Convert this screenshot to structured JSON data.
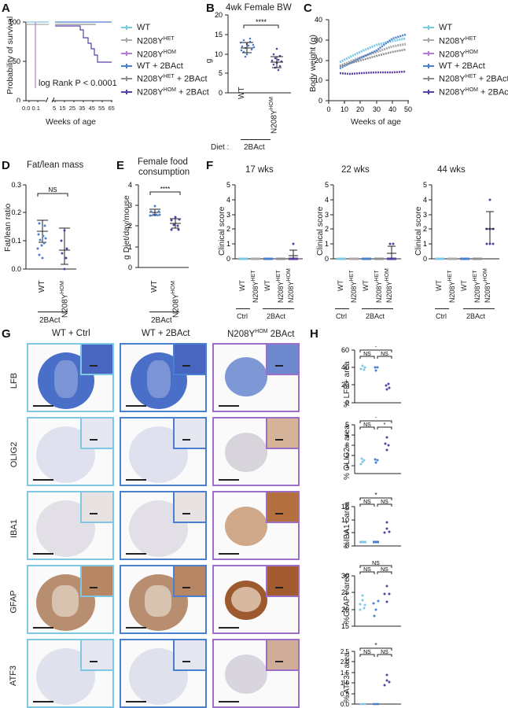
{
  "colors": {
    "wt": "#7ec8e3",
    "het": "#a9a9a9",
    "hom": "#b07fd6",
    "wt_2bact": "#4a7fd0",
    "het_2bact": "#8f8f8f",
    "hom_2bact": "#5b3fa8"
  },
  "panels": {
    "A": {
      "label": "A",
      "ylabel": "Probability of survival",
      "xlabel": "Weeks of age",
      "stat": "log Rank P < 0.0001",
      "yticks": [
        "0",
        "50",
        "100"
      ],
      "xticks_left": [
        "0.0",
        "0.1"
      ],
      "xticks_right": [
        "5",
        "15",
        "25",
        "35",
        "45",
        "55",
        "65"
      ]
    },
    "legend_top": [
      {
        "name": "WT",
        "sup": "",
        "suffix": ""
      },
      {
        "name": "N208Y",
        "sup": "HET",
        "suffix": ""
      },
      {
        "name": "N208Y",
        "sup": "HOM",
        "suffix": ""
      },
      {
        "name": "WT + 2BAct",
        "sup": "",
        "suffix": ""
      },
      {
        "name": "N208Y",
        "sup": "HET",
        "suffix": " + 2BAct"
      },
      {
        "name": "N208Y",
        "sup": "HOM",
        "suffix": " + 2BAct"
      }
    ],
    "B": {
      "label": "B",
      "title": "4wk Female BW",
      "ylabel": "g",
      "yticks": [
        "0",
        "5",
        "10",
        "15",
        "20"
      ],
      "sig": "****",
      "cats": [
        "WT",
        "N208Y"
      ],
      "cat_sup": [
        "",
        "HOM"
      ],
      "diet_label": "Diet :",
      "diet": "2BAct"
    },
    "C": {
      "label": "C",
      "ylabel": "Body weight (g)",
      "xlabel": "Weeks of age",
      "yticks": [
        "0",
        "10",
        "20",
        "30",
        "40"
      ],
      "xticks": [
        "0",
        "10",
        "20",
        "30",
        "40",
        "50"
      ]
    },
    "D": {
      "label": "D",
      "title": "Fat/lean mass",
      "ylabel": "Fat/lean ratio",
      "yticks": [
        "0.0",
        "0.1",
        "0.2",
        "0.3"
      ],
      "sig": "NS",
      "cats": [
        "WT",
        "N208Y"
      ],
      "cat_sup": [
        "",
        "HOM"
      ],
      "group": "2BAct"
    },
    "E": {
      "label": "E",
      "title_1": "Female food",
      "title_2": "consumption",
      "ylabel": "g Diet/day/mouse",
      "yticks": [
        "0",
        "1",
        "2",
        "3",
        "4"
      ],
      "sig": "****",
      "cats": [
        "WT",
        "N208Y"
      ],
      "cat_sup": [
        "",
        "HOM"
      ],
      "group": "2BAct"
    },
    "F": {
      "label": "F",
      "ylabel": "Clinical score",
      "yticks": [
        "0",
        "1",
        "2",
        "3",
        "4",
        "5"
      ],
      "subs": [
        {
          "title": "17 wks"
        },
        {
          "title": "22 wks"
        },
        {
          "title": "44 wks"
        }
      ],
      "cats": [
        "WT",
        "N208Y",
        "WT",
        "N208Y",
        "N208Y"
      ],
      "cat_sup": [
        "",
        "HET",
        "",
        "HET",
        "HOM"
      ],
      "group_ctrl": "Ctrl",
      "group_2bact": "2BAct"
    },
    "G": {
      "label": "G",
      "columns": [
        {
          "title": "WT + Ctrl",
          "sup": "",
          "suffix": ""
        },
        {
          "title": "WT + 2BAct",
          "sup": "",
          "suffix": ""
        },
        {
          "title": "N208Y",
          "sup": "HOM",
          "suffix": " 2BAct"
        }
      ],
      "rows": [
        "LFB",
        "OLIG2",
        "IBA1",
        "GFAP",
        "ATF3"
      ]
    },
    "H": {
      "label": "H",
      "plots": [
        {
          "ylabel": "% LFB+ area",
          "yticks": [
            "0",
            "20",
            "40",
            "60"
          ],
          "sig_top": "*",
          "sig_l": "NS",
          "sig_r": "NS"
        },
        {
          "ylabel": "% OLIG2+ area",
          "yticks": [
            "1",
            "2",
            "3",
            "4",
            "5"
          ],
          "sig_top": "*",
          "sig_l": "NS",
          "sig_r": "*"
        },
        {
          "ylabel": "%IBA1+ area",
          "yticks": [
            "0",
            "5",
            "10",
            "15"
          ],
          "sig_top": "*",
          "sig_l": "NS",
          "sig_r": "NS"
        },
        {
          "ylabel": "%GFAP+ area",
          "yticks": [
            "15",
            "20",
            "25",
            "30"
          ],
          "sig_top": "NS",
          "sig_l": "NS",
          "sig_r": "NS"
        },
        {
          "ylabel": "% ATF3+ area",
          "yticks": [
            "0.0",
            "0.5",
            "1.0",
            "1.5",
            "2.0",
            "2.5"
          ],
          "sig_top": "*",
          "sig_l": "NS",
          "sig_r": "NS"
        }
      ]
    }
  },
  "chart_data": [
    {
      "panel": "A",
      "type": "line",
      "title": "",
      "xlabel": "Weeks of age",
      "ylabel": "Probability of survival",
      "ylim": [
        0,
        100
      ],
      "series": [
        {
          "name": "WT",
          "x": [
            0,
            65
          ],
          "values": [
            100,
            100
          ]
        },
        {
          "name": "N208Y HET",
          "x": [
            0,
            45
          ],
          "values": [
            97,
            97
          ]
        },
        {
          "name": "N208Y HOM",
          "x": [
            0,
            0.05,
            0.1
          ],
          "values": [
            100,
            100,
            10
          ]
        },
        {
          "name": "WT + 2BAct",
          "x": [
            5,
            65
          ],
          "values": [
            100,
            100
          ]
        },
        {
          "name": "N208Y HET + 2BAct",
          "x": [
            5,
            45
          ],
          "values": [
            97,
            97
          ]
        },
        {
          "name": "N208Y HOM + 2BAct",
          "x": [
            5,
            34,
            36,
            38,
            42,
            44,
            46,
            48,
            52,
            56,
            65
          ],
          "values": [
            95,
            95,
            90,
            80,
            80,
            70,
            65,
            65,
            55,
            43,
            43
          ]
        }
      ],
      "annotations": [
        "log Rank P < 0.0001"
      ]
    },
    {
      "panel": "B",
      "type": "scatter",
      "title": "4wk Female BW",
      "ylabel": "g",
      "ylim": [
        0,
        20
      ],
      "categories": [
        "WT",
        "N208Y HOM"
      ],
      "series": [
        {
          "name": "mean",
          "values": [
            12.8,
            9.0
          ]
        },
        {
          "name": "sd",
          "values": [
            1.0,
            1.3
          ]
        }
      ],
      "annotations": [
        "****"
      ]
    },
    {
      "panel": "C",
      "type": "line",
      "xlabel": "Weeks of age",
      "ylabel": "Body weight (g)",
      "ylim": [
        0,
        40
      ],
      "x": [
        7,
        20,
        30,
        40,
        48
      ],
      "series": [
        {
          "name": "WT",
          "values": [
            19,
            23,
            27,
            30,
            31
          ]
        },
        {
          "name": "N208Y HET",
          "values": [
            17,
            21,
            24,
            27,
            28
          ]
        },
        {
          "name": "WT + 2BAct",
          "values": [
            16,
            21,
            25,
            31,
            33
          ]
        },
        {
          "name": "N208Y HET + 2BAct",
          "values": [
            17,
            20,
            22,
            24,
            25
          ]
        },
        {
          "name": "N208Y HOM + 2BAct",
          "values": [
            13.5,
            13.5,
            14,
            14,
            14.5
          ]
        }
      ]
    },
    {
      "panel": "D",
      "type": "scatter",
      "title": "Fat/lean mass",
      "ylabel": "Fat/lean ratio",
      "ylim": [
        0,
        0.3
      ],
      "categories": [
        "WT",
        "N208Y HOM"
      ],
      "series": [
        {
          "name": "mean",
          "values": [
            0.093,
            0.067
          ]
        },
        {
          "name": "sd",
          "values": [
            0.04,
            0.048
          ]
        }
      ],
      "annotations": [
        "NS"
      ]
    },
    {
      "panel": "E",
      "type": "scatter",
      "title": "Female food consumption",
      "ylabel": "g Diet/day/mouse",
      "ylim": [
        0,
        4
      ],
      "categories": [
        "WT",
        "N208Y HOM"
      ],
      "series": [
        {
          "name": "mean",
          "values": [
            2.75,
            2.15
          ]
        },
        {
          "name": "sd",
          "values": [
            0.15,
            0.22
          ]
        }
      ],
      "annotations": [
        "****"
      ]
    },
    {
      "panel": "F",
      "type": "scatter",
      "ylabel": "Clinical score",
      "ylim": [
        0,
        5
      ],
      "categories": [
        "WT Ctrl",
        "N208Y HET Ctrl",
        "WT 2BAct",
        "N208Y HET 2BAct",
        "N208Y HOM 2BAct"
      ],
      "series": [
        {
          "name": "17 wks",
          "values": [
            0,
            0,
            0,
            0,
            0.2
          ]
        },
        {
          "name": "22 wks",
          "values": [
            0,
            0,
            0,
            0,
            0.35
          ]
        },
        {
          "name": "44 wks",
          "values": [
            0,
            0,
            0,
            0,
            2.0
          ]
        }
      ]
    },
    {
      "panel": "H",
      "type": "scatter",
      "categories": [
        "WT + Ctrl",
        "WT + 2BAct",
        "N208Y HOM 2BAct"
      ],
      "series": [
        {
          "name": "% LFB+ area",
          "values": [
            40,
            40,
            17
          ]
        },
        {
          "name": "% OLIG2+ area",
          "values": [
            1.6,
            1.6,
            3.3
          ]
        },
        {
          "name": "%IBA1+ area",
          "values": [
            1.5,
            1.7,
            6.8
          ]
        },
        {
          "name": "%GFAP+ area",
          "values": [
            21.5,
            20.5,
            25.5
          ]
        },
        {
          "name": "% ATF3+ area",
          "values": [
            0.02,
            0.02,
            1.15
          ]
        }
      ]
    }
  ]
}
